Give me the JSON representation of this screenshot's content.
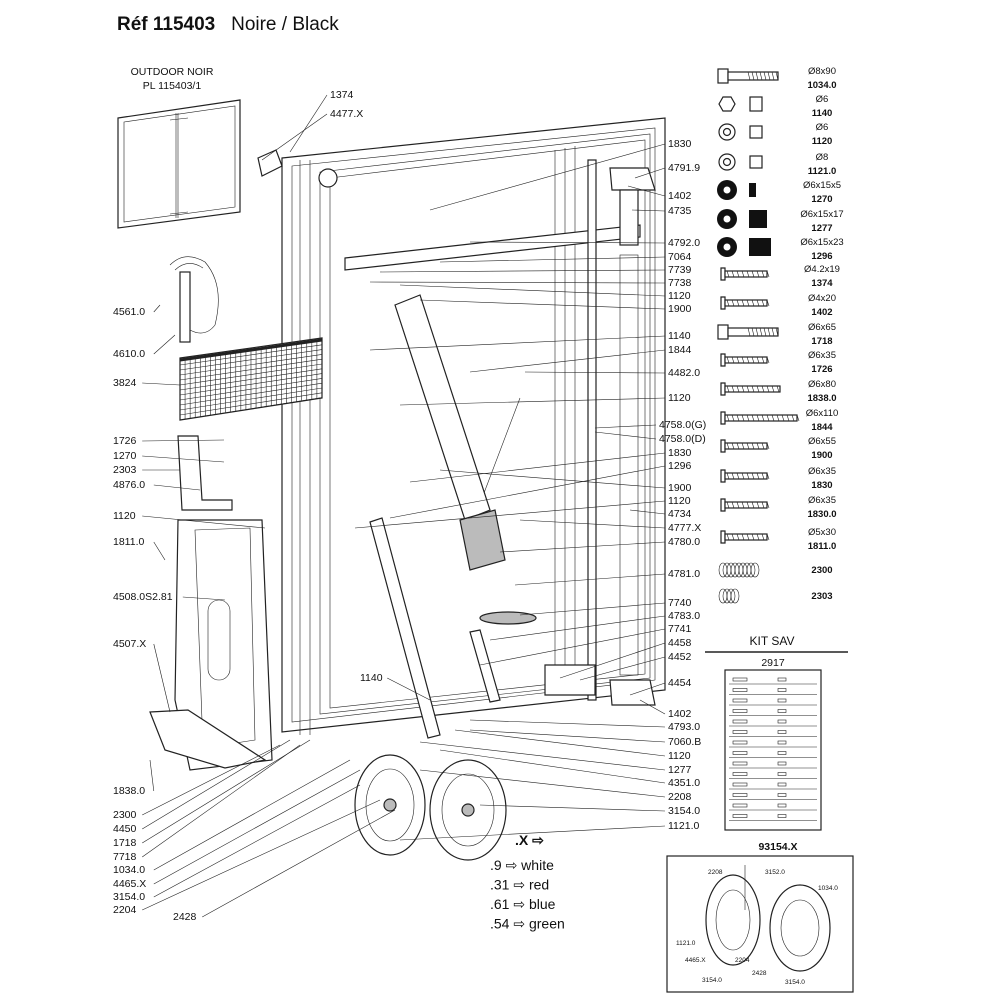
{
  "title": {
    "ref": "Réf 115403",
    "color": "Noire / Black"
  },
  "product_note": {
    "line1": "OUTDOOR  NOIR",
    "line2": "PL 115403/1"
  },
  "callouts_right": [
    "1374",
    "4477.X",
    "1830",
    "4791.9",
    "1402",
    "4735",
    "4792.0",
    "7064",
    "7739",
    "7738",
    "1120",
    "1900",
    "1140",
    "1844",
    "4482.0",
    "1120",
    "4758.0(G)",
    "4758.0(D)",
    "1830",
    "1296",
    "1900",
    "1120",
    "4734",
    "4777.X",
    "4780.0",
    "4781.0",
    "7740",
    "4783.0",
    "7741",
    "4458",
    "4452",
    "4454",
    "1402",
    "4793.0",
    "7060.B",
    "1120",
    "1277",
    "4351.0",
    "2208",
    "3154.0",
    "1121.0"
  ],
  "callouts_left": [
    "4561.0",
    "4610.0",
    "3824",
    "1726",
    "1270",
    "2303",
    "4876.0",
    "1120",
    "1811.0",
    "4508.0S2.81",
    "4507.X",
    "1838.0",
    "2300",
    "4450",
    "1718",
    "7718",
    "1034.0",
    "4465.X",
    "3154.0",
    "2204",
    "2428",
    "1140"
  ],
  "hardware": [
    {
      "size": "Ø8x90",
      "code": "1034.0",
      "icon": "bolt-icon"
    },
    {
      "size": "Ø6",
      "code": "1140",
      "icon": "nut-icon"
    },
    {
      "size": "Ø6",
      "code": "1120",
      "icon": "washer-icon"
    },
    {
      "size": "Ø8",
      "code": "1121.0",
      "icon": "washer-nut-icon"
    },
    {
      "size": "Ø6x15x5",
      "code": "1270",
      "icon": "spacer-icon"
    },
    {
      "size": "Ø6x15x17",
      "code": "1277",
      "icon": "spacer-icon"
    },
    {
      "size": "Ø6x15x23",
      "code": "1296",
      "icon": "spacer-icon"
    },
    {
      "size": "Ø4.2x19",
      "code": "1374",
      "icon": "screw-icon"
    },
    {
      "size": "Ø4x20",
      "code": "1402",
      "icon": "screw-icon"
    },
    {
      "size": "Ø6x65",
      "code": "1718",
      "icon": "bolt-icon"
    },
    {
      "size": "Ø6x35",
      "code": "1726",
      "icon": "screw-icon"
    },
    {
      "size": "Ø6x80",
      "code": "1838.0",
      "icon": "screw-icon"
    },
    {
      "size": "Ø6x110",
      "code": "1844",
      "icon": "screw-icon"
    },
    {
      "size": "Ø6x55",
      "code": "1900",
      "icon": "anchor-screw-icon"
    },
    {
      "size": "Ø6x35",
      "code": "1830",
      "icon": "screw-icon"
    },
    {
      "size": "Ø6x35",
      "code": "1830.0",
      "icon": "screw-icon"
    },
    {
      "size": "Ø5x30",
      "code": "1811.0",
      "icon": "screw-icon"
    },
    {
      "size": "",
      "code": "2300",
      "icon": "spring-washer-icon"
    },
    {
      "size": "",
      "code": "2303",
      "icon": "spring-washer-icon"
    }
  ],
  "kit": {
    "title": "KIT SAV",
    "code": "2917"
  },
  "color_legend": {
    "header": ".X ⇨",
    "items": [
      {
        "suffix": ".9",
        "arrow": "⇨",
        "name": "white"
      },
      {
        "suffix": ".31",
        "arrow": "⇨",
        "name": "red"
      },
      {
        "suffix": ".61",
        "arrow": "⇨",
        "name": "blue"
      },
      {
        "suffix": ".54",
        "arrow": "⇨",
        "name": "green"
      }
    ]
  },
  "wheel_kit": {
    "code": "93154.X",
    "labels": [
      "2208",
      "3152.0",
      "1034.0",
      "1121.0",
      "4465.X",
      "2204",
      "2428",
      "3154.0",
      "3154.0"
    ]
  }
}
